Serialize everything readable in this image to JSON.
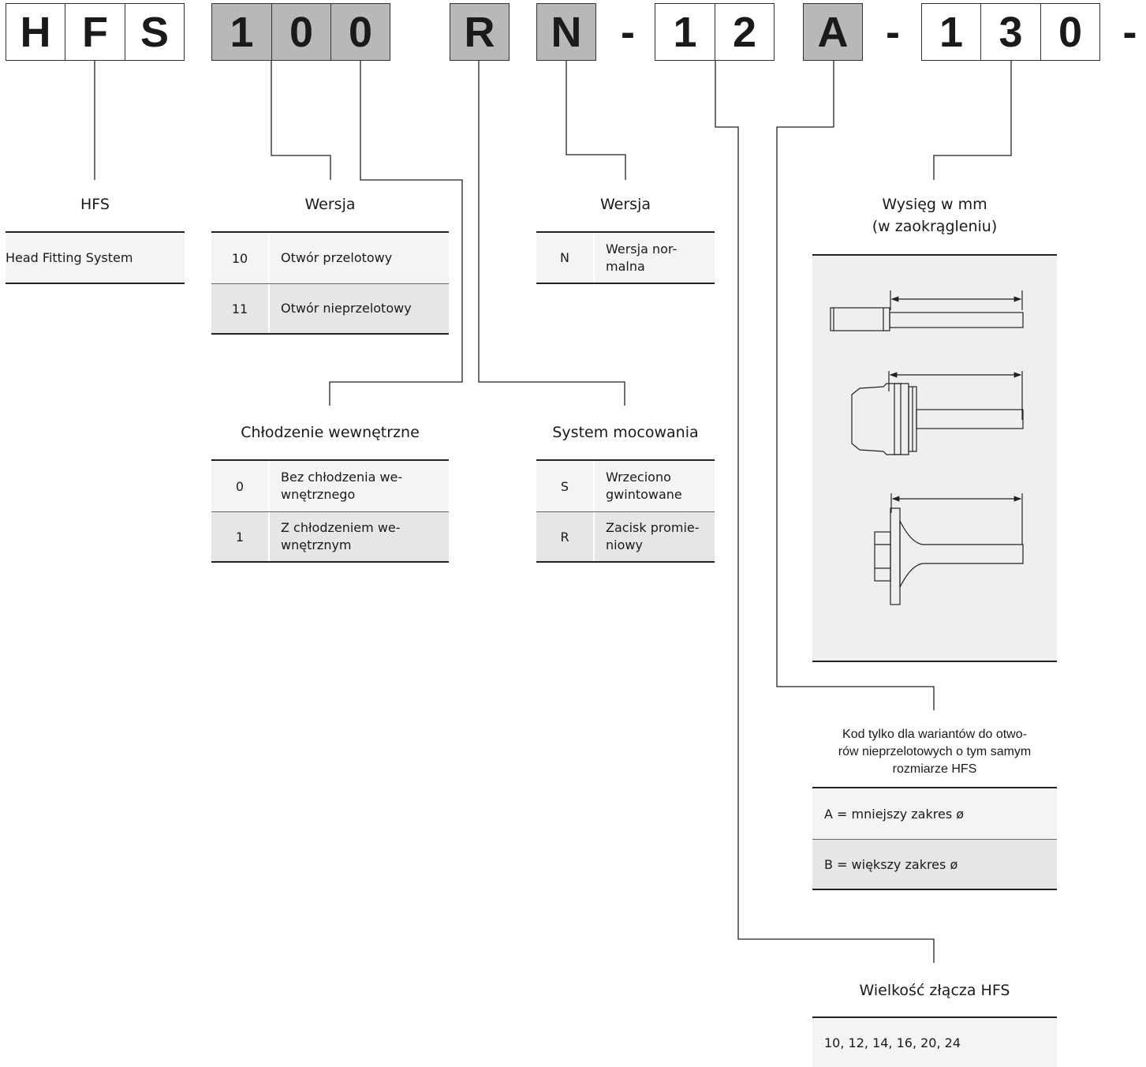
{
  "code": {
    "chars": [
      "H",
      "F",
      "S",
      "1",
      "0",
      "0",
      "R",
      "N",
      "-",
      "1",
      "2",
      "A",
      "-",
      "1",
      "3",
      "0",
      "-"
    ]
  },
  "sections": {
    "hfs": {
      "heading": "HFS",
      "rows": [
        {
          "desc": "Head Fitting System"
        }
      ]
    },
    "wersja_1": {
      "heading": "Wersja",
      "rows": [
        {
          "code": "10",
          "desc": "Otwór przelotowy"
        },
        {
          "code": "11",
          "desc": "Otwór nieprzelotowy"
        }
      ]
    },
    "chlodzenie": {
      "heading": "Chłodzenie wewnętrzne",
      "rows": [
        {
          "code": "0",
          "desc": "Bez chłodzenia we-\nwnętrznego"
        },
        {
          "code": "1",
          "desc": "Z chłodzeniem we-\nwnętrznym"
        }
      ]
    },
    "wersja_2": {
      "heading": "Wersja",
      "rows": [
        {
          "code": "N",
          "desc": "Wersja nor-\nmalna"
        }
      ]
    },
    "system": {
      "heading": "System mocowania",
      "rows": [
        {
          "code": "S",
          "desc": "Wrzeciono\ngwintowane"
        },
        {
          "code": "R",
          "desc": "Zacisk promie-\nniowy"
        }
      ]
    },
    "wysieg": {
      "heading_line1": "Wysięg w mm",
      "heading_line2": "(w zaokrągleniu)"
    },
    "kod": {
      "heading_line1": "Kod tylko dla wariantów do otwo-",
      "heading_line2": "rów nieprzelotowych o tym samym",
      "heading_line3": "rozmiarze HFS",
      "rows": [
        {
          "desc": "A = mniejszy zakres ø"
        },
        {
          "desc": "B = większy zakres ø"
        }
      ]
    },
    "wielkosc": {
      "heading": "Wielkość złącza HFS",
      "rows": [
        {
          "desc": "10, 12, 14, 16, 20, 24"
        }
      ]
    }
  }
}
